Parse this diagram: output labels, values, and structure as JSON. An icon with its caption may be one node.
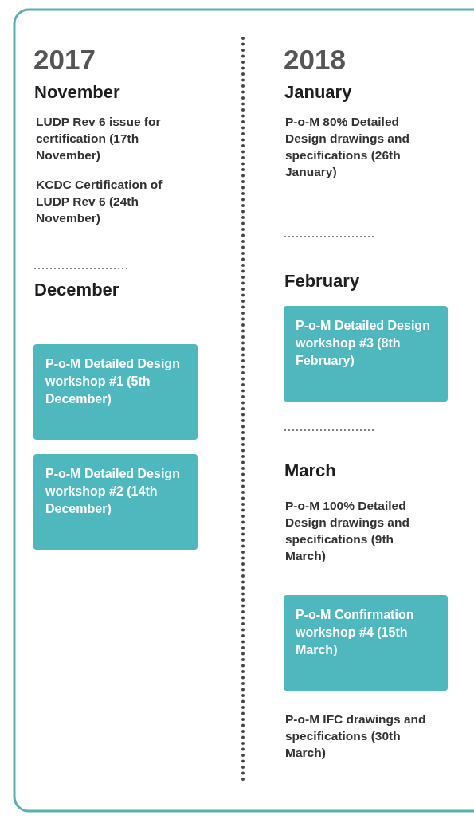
{
  "diagram": {
    "nodes": [
      {
        "text": [
          "P-o-M Detailed Design workshop #1 (5th December)"
        ]
      },
      {
        "text": [
          "P-o-M Detailed Design workshop #2 (14th December)"
        ]
      },
      {
        "text": [
          "P-o-M Detailed Design workshop #3 (8th February)"
        ]
      },
      {
        "text": [
          "P-o-M Confirmation workshop #4 (15th March)"
        ]
      }
    ],
    "labels": [
      "2017",
      "November",
      "LUDP Rev 6 issue for certification (17th November)",
      "KCDC Certification of LUDP Rev 6 (24th November)",
      "December",
      "2018",
      "January",
      "P-o-M 80% Detailed Design drawings and specifications (26th January)",
      "February",
      "March",
      "P-o-M 100% Detailed Design drawings and specifications (9th March)",
      "P-o-M IFC drawings and specifications (30th March)"
    ]
  }
}
